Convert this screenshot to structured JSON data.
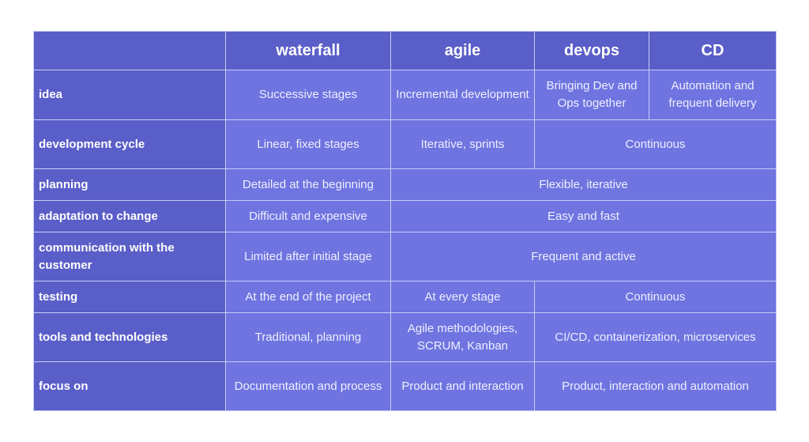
{
  "table": {
    "columns": [
      "waterfall",
      "agile",
      "devops",
      "CD"
    ],
    "rows": [
      {
        "label": "idea",
        "cells": [
          {
            "text": "Successive stages",
            "span": 1
          },
          {
            "text": "Incremental development",
            "span": 1
          },
          {
            "text": "Bringing Dev and Ops together",
            "span": 1
          },
          {
            "text": "Automation and frequent delivery",
            "span": 1
          }
        ]
      },
      {
        "label": "development cycle",
        "cells": [
          {
            "text": "Linear, fixed stages",
            "span": 1
          },
          {
            "text": "Iterative, sprints",
            "span": 1
          },
          {
            "text": "Continuous",
            "span": 2
          }
        ]
      },
      {
        "label": "planning",
        "cells": [
          {
            "text": "Detailed at the beginning",
            "span": 1
          },
          {
            "text": "Flexible, iterative",
            "span": 3
          }
        ]
      },
      {
        "label": "adaptation to change",
        "cells": [
          {
            "text": "Difficult and expensive",
            "span": 1
          },
          {
            "text": "Easy and fast",
            "span": 3
          }
        ]
      },
      {
        "label": "communication with the customer",
        "cells": [
          {
            "text": "Limited after initial stage",
            "span": 1
          },
          {
            "text": "Frequent and active",
            "span": 3
          }
        ]
      },
      {
        "label": "testing",
        "cells": [
          {
            "text": "At the end of the project",
            "span": 1
          },
          {
            "text": "At every stage",
            "span": 1
          },
          {
            "text": "Continuous",
            "span": 2
          }
        ]
      },
      {
        "label": "tools and technologies",
        "cells": [
          {
            "text": "Traditional, planning",
            "span": 1
          },
          {
            "text": "Agile methodologies, SCRUM, Kanban",
            "span": 1
          },
          {
            "text": "CI/CD, containerization, microservices",
            "span": 2
          }
        ]
      },
      {
        "label": "focus on",
        "cells": [
          {
            "text": "Documentation and process",
            "span": 1
          },
          {
            "text": "Product and interaction",
            "span": 1
          },
          {
            "text": "Product, interaction and automation",
            "span": 2
          }
        ]
      }
    ]
  },
  "colors": {
    "header_bg": "#5a5ec8",
    "cell_bg": "#6f74e0",
    "border": "#c9ccf5",
    "text": "#eef0ff"
  }
}
